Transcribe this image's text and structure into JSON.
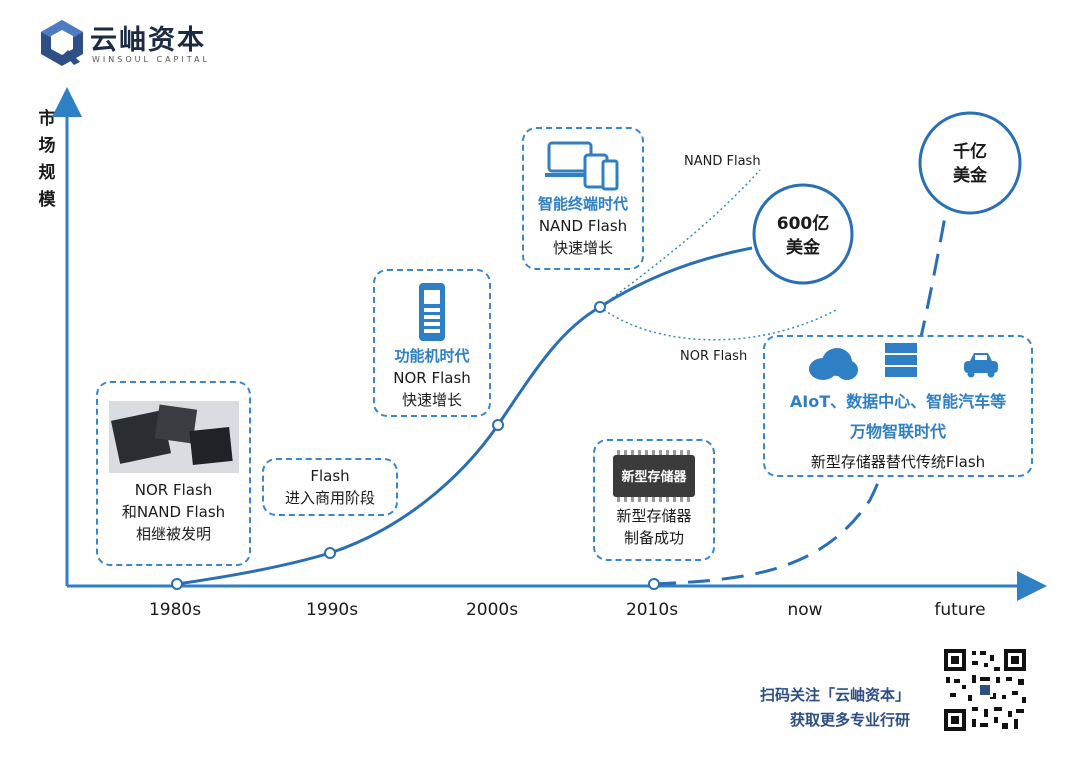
{
  "brand": {
    "name_cn": "云岫资本",
    "name_en": "WINSOUL CAPITAL"
  },
  "y_axis_title": [
    "市",
    "场",
    "规",
    "模"
  ],
  "x_axis": [
    "1980s",
    "1990s",
    "2000s",
    "2010s",
    "now",
    "future"
  ],
  "boxes": {
    "invention": {
      "lines": [
        "NOR Flash",
        "和NAND Flash",
        "相继被发明"
      ]
    },
    "flash_commercial": {
      "lines": [
        "Flash",
        "进入商用阶段"
      ]
    },
    "feature_phone": {
      "title": "功能机时代",
      "lines": [
        "NOR Flash",
        "快速增长"
      ]
    },
    "smart_terminal": {
      "title": "智能终端时代",
      "lines": [
        "NAND Flash",
        "快速增长"
      ]
    },
    "new_memory": {
      "chip_label": "新型存储器",
      "lines": [
        "新型存储器",
        "制备成功"
      ]
    },
    "aiot": {
      "title_line1": "AIoT、数据中心、智能汽车等",
      "title_line2": "万物智联时代",
      "line": "新型存储器替代传统Flash"
    }
  },
  "annotations": {
    "nand_flash": "NAND Flash",
    "nor_flash": "NOR Flash",
    "market_600": {
      "line1": "600亿",
      "line2": "美金"
    },
    "market_1000": {
      "line1": "千亿",
      "line2": "美金"
    }
  },
  "footer": {
    "line1": "扫码关注「云岫资本」",
    "line2": "获取更多专业行研"
  },
  "colors": {
    "accent": "#2f7fc4",
    "curve": "#2a6fb3",
    "brand": "#1d2a44"
  },
  "icons": [
    "laptop-tablet-phone-icon",
    "feature-phone-icon",
    "chip-icon",
    "cloud-icon",
    "server-icon",
    "car-icon",
    "qr-code"
  ]
}
